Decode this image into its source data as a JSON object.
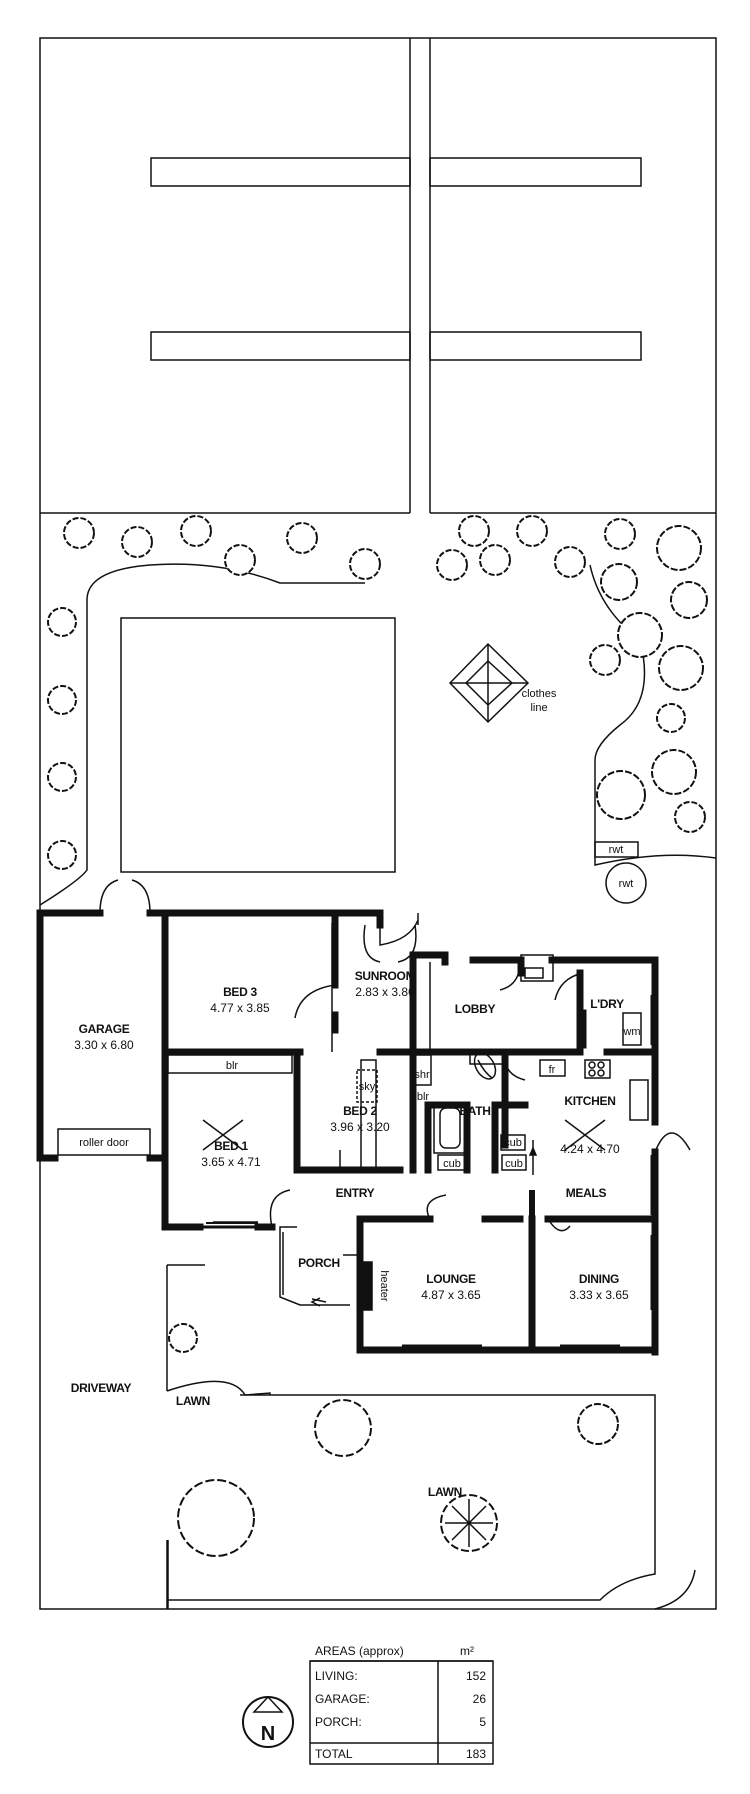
{
  "rooms": {
    "bed3": {
      "name": "BED 3",
      "size": "4.77 x 3.85"
    },
    "sunroom": {
      "name": "SUNROOM",
      "size": "2.83 x 3.86"
    },
    "lobby": {
      "name": "LOBBY"
    },
    "ldry": {
      "name": "L'DRY"
    },
    "garage": {
      "name": "GARAGE",
      "size": "3.30 x 6.80"
    },
    "bed2": {
      "name": "BED 2",
      "size": "3.96 x 3.20"
    },
    "bed1": {
      "name": "BED 1",
      "size": "3.65 x 4.71"
    },
    "bath": {
      "name": "BATH"
    },
    "kitchen": {
      "name": "KITCHEN",
      "size": "4.24 x 4.70"
    },
    "entry": {
      "name": "ENTRY"
    },
    "meals": {
      "name": "MEALS"
    },
    "porch": {
      "name": "PORCH"
    },
    "lounge": {
      "name": "LOUNGE",
      "size": "4.87 x 3.65"
    },
    "dining": {
      "name": "DINING",
      "size": "3.33 x 3.65"
    }
  },
  "fixtures": {
    "roller_door": "roller door",
    "blr_bed1": "blr",
    "blr_bed2": "blr",
    "sky": "sky",
    "shr": "shr",
    "cub_bath": "cub",
    "cub_kitchen_top": "cub",
    "cub_kitchen_bottom": "cub",
    "fr": "fr",
    "wm": "wm",
    "heater": "heater",
    "rwt_tank": "rwt",
    "rwt_label": "rwt"
  },
  "site": {
    "clothes_line_1": "clothes",
    "clothes_line_2": "line",
    "driveway": "DRIVEWAY",
    "lawn_small": "LAWN",
    "lawn_main": "LAWN"
  },
  "areas_table": {
    "title": "AREAS (approx)",
    "unit": "m²",
    "rows": [
      {
        "label": "LIVING:",
        "value": "152"
      },
      {
        "label": "GARAGE:",
        "value": "26"
      },
      {
        "label": "PORCH:",
        "value": "5"
      }
    ],
    "total_label": "TOTAL",
    "total_value": "183"
  },
  "compass": {
    "letter": "N"
  }
}
